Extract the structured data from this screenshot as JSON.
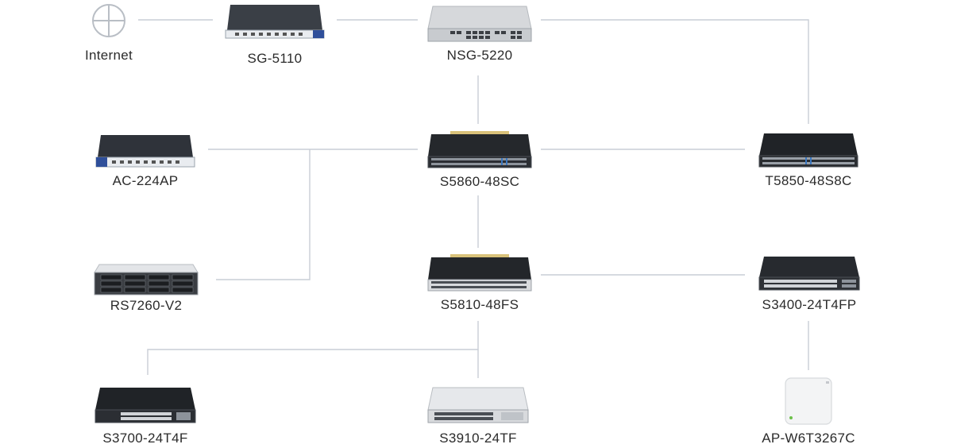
{
  "nodes": {
    "internet": {
      "label": "Internet",
      "icon": "globe-icon"
    },
    "sg5110": {
      "label": "SG-5110",
      "icon": "security-gateway-icon"
    },
    "nsg5220": {
      "label": "NSG-5220",
      "icon": "firewall-appliance-icon"
    },
    "ac224ap": {
      "label": "AC-224AP",
      "icon": "wireless-controller-icon"
    },
    "s5860": {
      "label": "S5860-48SC",
      "icon": "core-switch-icon"
    },
    "t5850": {
      "label": "T5850-48S8C",
      "icon": "data-center-switch-icon"
    },
    "rs7260": {
      "label": "RS7260-V2",
      "icon": "storage-server-icon"
    },
    "s5810": {
      "label": "S5810-48FS",
      "icon": "aggregation-switch-icon"
    },
    "s3400": {
      "label": "S3400-24T4FP",
      "icon": "poe-switch-icon"
    },
    "s3700": {
      "label": "S3700-24T4F",
      "icon": "access-switch-icon"
    },
    "s3910": {
      "label": "S3910-24TF",
      "icon": "access-switch-white-icon"
    },
    "apw": {
      "label": "AP-W6T3267C",
      "icon": "wireless-access-point-icon"
    }
  },
  "links": [
    [
      "internet",
      "sg5110"
    ],
    [
      "sg5110",
      "nsg5220"
    ],
    [
      "nsg5220",
      "t5850"
    ],
    [
      "nsg5220",
      "s5860"
    ],
    [
      "ac224ap",
      "s5860"
    ],
    [
      "rs7260",
      "s5860"
    ],
    [
      "s5860",
      "t5850"
    ],
    [
      "s5860",
      "s5810"
    ],
    [
      "s5810",
      "s3400"
    ],
    [
      "s5810",
      "s3700"
    ],
    [
      "s5810",
      "s3910"
    ],
    [
      "s3400",
      "apw"
    ]
  ],
  "colors": {
    "link": "#c9ced6",
    "device_dark": "#1f2226",
    "device_silver": "#d5d7da",
    "port_blue": "#3a78c2",
    "label": "#2b2b2b"
  }
}
